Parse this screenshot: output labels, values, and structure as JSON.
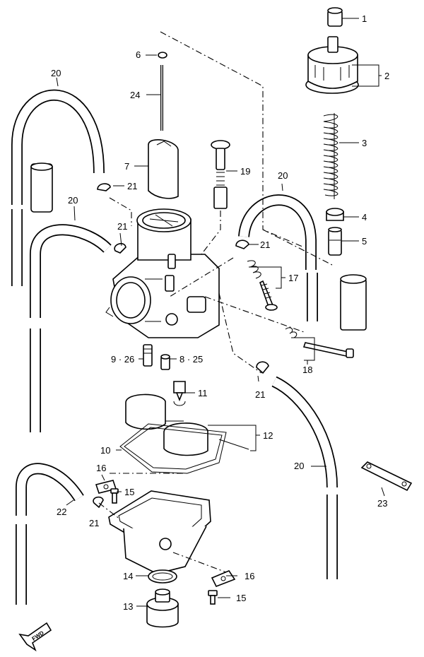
{
  "diagram": {
    "callouts": {
      "c1": "1",
      "c2": "2",
      "c3": "3",
      "c4": "4",
      "c5": "5",
      "c6": "6",
      "c7": "7",
      "c8": "8 · 25",
      "c9": "9 · 26",
      "c10": "10",
      "c11": "11",
      "c12": "12",
      "c13": "13",
      "c14": "14",
      "c15a": "15",
      "c15b": "15",
      "c16a": "16",
      "c16b": "16",
      "c17": "17",
      "c18": "18",
      "c19": "19",
      "c20a": "20",
      "c20b": "20",
      "c20c": "20",
      "c20d": "20",
      "c21a": "21",
      "c21b": "21",
      "c21c": "21",
      "c21d": "21",
      "c21e": "21",
      "c22": "22",
      "c23": "23",
      "c24": "24"
    },
    "direction_badge": "FWD"
  }
}
